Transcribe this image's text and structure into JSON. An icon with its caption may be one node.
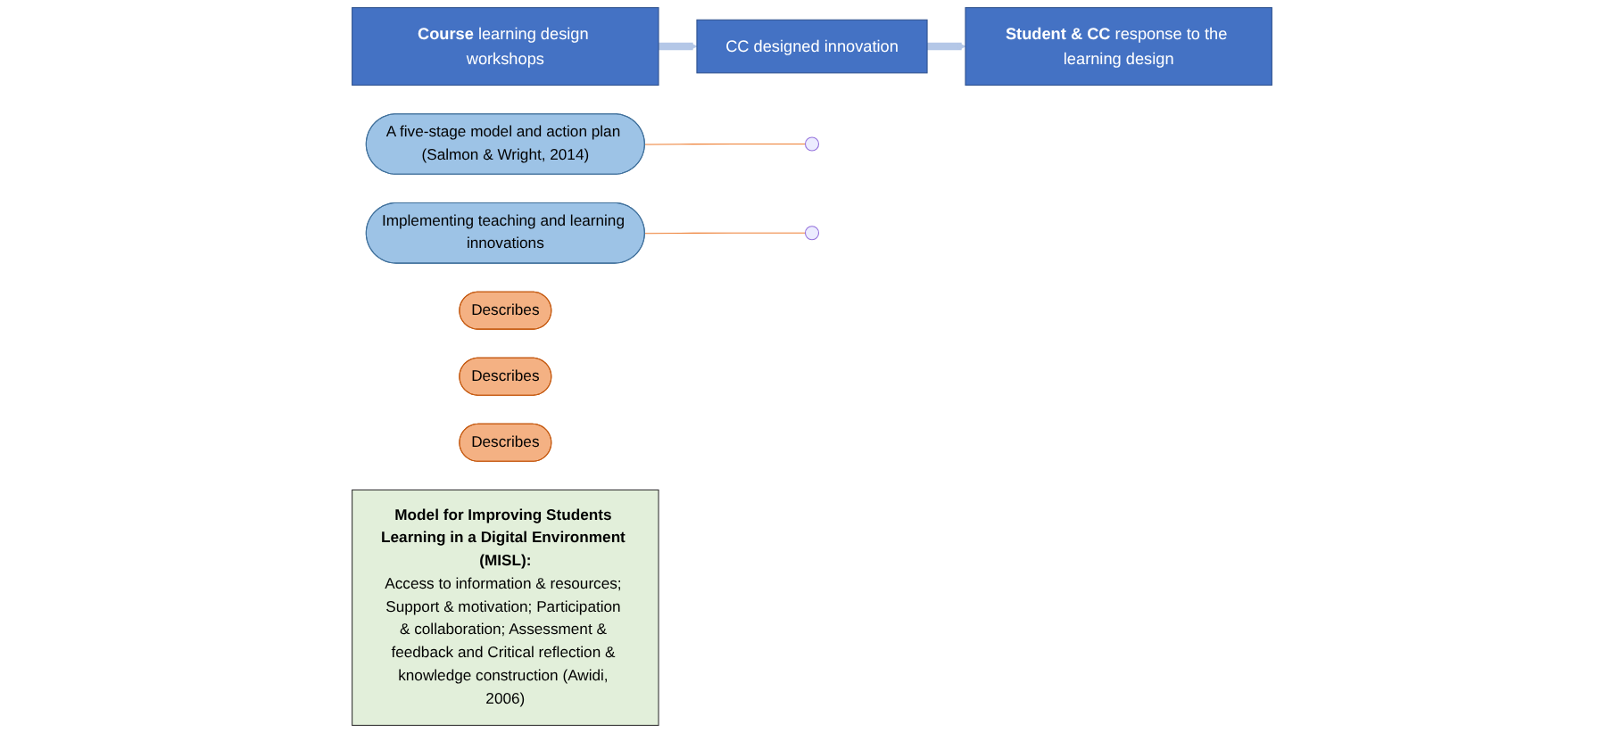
{
  "diagram": {
    "nodes": [
      {
        "text": [
          "A five-stage model and action plan (Salmon & Wright, 2014)"
        ]
      },
      {
        "text": [
          "Implementing teaching and learning innovations"
        ]
      },
      {
        "text": [
          "**Course** learning design workshops"
        ]
      },
      {
        "text": [
          "CC designed innovation"
        ]
      },
      {
        "text": [
          "**Student & CC** response to the learning design"
        ]
      },
      {
        "text": [
          "Describes"
        ]
      },
      {
        "text": [
          "Describes"
        ]
      },
      {
        "text": [
          "Describes"
        ]
      },
      {
        "text": [
          "Model for Improving Students Learning in a Digital Environment (MISL):",
          "Access to information & resources; Support & motivation; Participation & collaboration; Assessment & feedback and Critical reflection & knowledge construction (Awidi, 2006)"
        ]
      }
    ],
    "edges": [
      {
        "from": 2,
        "to": 3,
        "arrow": "to",
        "style": "thick",
        "color": "#b4c7e7"
      },
      {
        "from": 3,
        "to": 4,
        "arrow": "to",
        "style": "thick",
        "color": "#b4c7e7"
      },
      {
        "from": 0,
        "to": null,
        "arrow": "none",
        "color": "#ed7d31"
      },
      {
        "from": 1,
        "to": null,
        "arrow": "none",
        "color": "#ed7d31"
      }
    ]
  }
}
